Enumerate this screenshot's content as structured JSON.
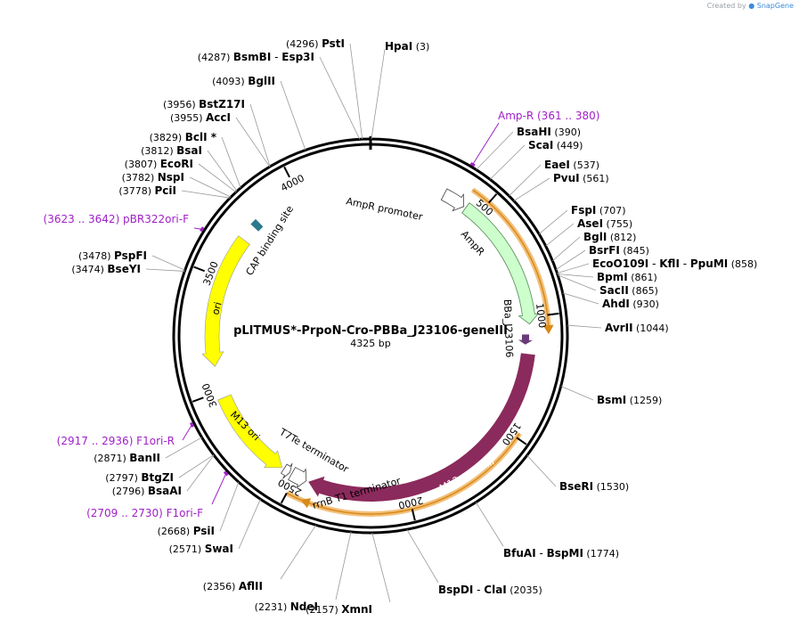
{
  "credit": {
    "prefix": "Created by",
    "brand": "SnapGene"
  },
  "title": "pLITMUS*-PrpoN-Cro-PBBa_J23106-geneIII",
  "length_label": "4325 bp",
  "total_bp": 4325,
  "colors": {
    "backbone": "#000000",
    "primer": "#a020c8",
    "amp_feature": "#ccffcc",
    "ori": "#ffff00",
    "m13gene": "#8b2a5c",
    "cap": "#2a7a8c",
    "promoter_small": "#6b3a7a",
    "orange_arrow": "#d98a1a"
  },
  "enzymes_right": [
    {
      "name": "BsaHI",
      "pos": "(390)",
      "bp": 390
    },
    {
      "name": "ScaI",
      "pos": "(449)",
      "bp": 449
    },
    {
      "name": "EaeI",
      "pos": "(537)",
      "bp": 537
    },
    {
      "name": "PvuI",
      "pos": "(561)",
      "bp": 561
    },
    {
      "name": "FspI",
      "pos": "(707)",
      "bp": 707
    },
    {
      "name": "AseI",
      "pos": "(755)",
      "bp": 755
    },
    {
      "name": "BglI",
      "pos": "(812)",
      "bp": 812
    },
    {
      "name": "BsrFI",
      "pos": "(845)",
      "bp": 845
    },
    {
      "name": "EcoO109I",
      "pos": "(858)",
      "bp": 858,
      "extra": [
        "KflI",
        "PpuMI"
      ]
    },
    {
      "name": "BpmI",
      "pos": "(861)",
      "bp": 861
    },
    {
      "name": "SacII",
      "pos": "(865)",
      "bp": 865
    },
    {
      "name": "AhdI",
      "pos": "(930)",
      "bp": 930
    },
    {
      "name": "AvrII",
      "pos": "(1044)",
      "bp": 1044
    },
    {
      "name": "BsmI",
      "pos": "(1259)",
      "bp": 1259
    },
    {
      "name": "BseRI",
      "pos": "(1530)",
      "bp": 1530
    }
  ],
  "enzymes_bottom": [
    {
      "name": "BfuAI",
      "name2": "BspMI",
      "pos": "(1774)",
      "bp": 1774
    },
    {
      "name": "BspDI",
      "name2": "ClaI",
      "pos": "(2035)",
      "bp": 2035
    },
    {
      "name": "XmnI",
      "pos": "(2157)",
      "bp": 2157
    },
    {
      "name": "NdeI",
      "pos": "(2231)",
      "bp": 2231
    },
    {
      "name": "AflII",
      "pos": "(2356)",
      "bp": 2356
    }
  ],
  "enzymes_left": [
    {
      "name": "SwaI",
      "pos": "(2571)",
      "bp": 2571
    },
    {
      "name": "PsiI",
      "pos": "(2668)",
      "bp": 2668
    },
    {
      "name": "BsaAI",
      "pos": "(2796)",
      "bp": 2796
    },
    {
      "name": "BtgZI",
      "pos": "(2797)",
      "bp": 2797
    },
    {
      "name": "BanII",
      "pos": "(2871)",
      "bp": 2871
    },
    {
      "name": "BseYI",
      "pos": "(3474)",
      "bp": 3474
    },
    {
      "name": "PspFI",
      "pos": "(3478)",
      "bp": 3478
    },
    {
      "name": "PciI",
      "pos": "(3778)",
      "bp": 3778
    },
    {
      "name": "NspI",
      "pos": "(3782)",
      "bp": 3782
    },
    {
      "name": "EcoRI",
      "pos": "(3807)",
      "bp": 3807
    },
    {
      "name": "BsaI",
      "pos": "(3812)",
      "bp": 3812
    },
    {
      "name": "BclI *",
      "pos": "(3829)",
      "bp": 3829
    },
    {
      "name": "AccI",
      "pos": "(3955)",
      "bp": 3955
    },
    {
      "name": "BstZ17I",
      "pos": "(3956)",
      "bp": 3956
    },
    {
      "name": "BglII",
      "pos": "(4093)",
      "bp": 4093
    },
    {
      "name": "BsmBI",
      "name2": "Esp3I",
      "pos": "(4287)",
      "bp": 4287
    },
    {
      "name": "PstI",
      "pos": "(4296)",
      "bp": 4296
    }
  ],
  "enzyme_top_right": {
    "name": "HpaI",
    "pos": "(3)",
    "bp": 3
  },
  "primers": [
    {
      "name": "Amp-R",
      "range": "(361 .. 380)",
      "bp": 370
    },
    {
      "name": "pBR322ori-F",
      "range": "(3623 .. 3642)",
      "bp": 3632
    },
    {
      "name": "F1ori-R",
      "range": "(2917 .. 2936)",
      "bp": 2926
    },
    {
      "name": "F1ori-F",
      "range": "(2709 .. 2730)",
      "bp": 2720
    }
  ],
  "ticks": [
    {
      "label": "500",
      "bp": 500
    },
    {
      "label": "1000",
      "bp": 1000
    },
    {
      "label": "1500",
      "bp": 1500
    },
    {
      "label": "2000",
      "bp": 2000
    },
    {
      "label": "2500",
      "bp": 2500
    },
    {
      "label": "3000",
      "bp": 3000
    },
    {
      "label": "3500",
      "bp": 3500
    },
    {
      "label": "4000",
      "bp": 4000
    }
  ],
  "features": {
    "amp_promoter": "AmpR promoter",
    "ampr": "AmpR",
    "bba": "BBa_J23106",
    "m13_gene": "M13 gene III",
    "rrnb": "rrnB T1 terminator",
    "t7te": "T7Te terminator",
    "m13_ori": "M13 ori",
    "ori": "ori",
    "cap": "CAP binding site"
  }
}
